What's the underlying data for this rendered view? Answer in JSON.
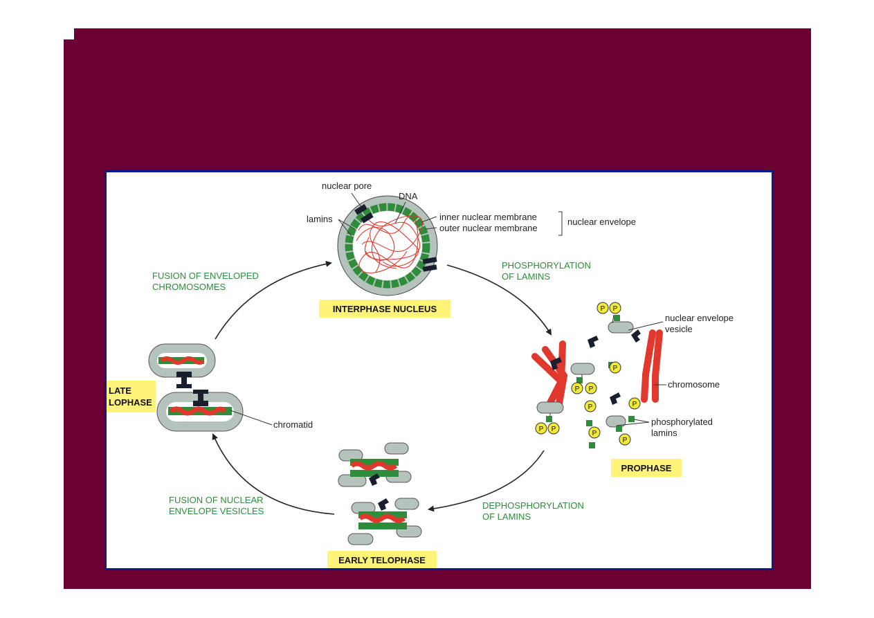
{
  "colors": {
    "slide_background": "#6b0032",
    "frame_border": "#0a1a8c",
    "phase_label_bg": "#fff37a",
    "process_text": "#2e8b3a",
    "label_text": "#222222",
    "membrane_gray": "#b6c2bc",
    "lamin_green": "#2f8c3a",
    "dna_red": "#e0382c",
    "nuclear_pore": "#1a1f2e",
    "phosphate_yellow": "#f2ea3a"
  },
  "labels": {
    "nuclear_pore": "nuclear pore",
    "dna": "DNA",
    "lamins": "lamins",
    "inner_membrane": "inner nuclear membrane",
    "outer_membrane": "outer nuclear membrane",
    "nuclear_envelope": "nuclear envelope",
    "nuclear_envelope_vesicle_1": "nuclear envelope",
    "nuclear_envelope_vesicle_2": "vesicle",
    "chromosome": "chromosome",
    "phosphorylated_lamins_1": "phosphorylated",
    "phosphorylated_lamins_2": "lamins",
    "chromatid": "chromatid",
    "phosphate": "P"
  },
  "processes": {
    "phosphorylation_1": "PHOSPHORYLATION",
    "phosphorylation_2": "OF LAMINS",
    "dephosphorylation_1": "DEPHOSPHORYLATION",
    "dephosphorylation_2": "OF LAMINS",
    "fusion_vesicles_1": "FUSION OF NUCLEAR",
    "fusion_vesicles_2": "ENVELOPE VESICLES",
    "fusion_chromosomes_1": "FUSION OF ENVELOPED",
    "fusion_chromosomes_2": "CHROMOSOMES"
  },
  "phases": {
    "interphase": "INTERPHASE NUCLEUS",
    "prophase": "PROPHASE",
    "early_telophase": "EARLY TELOPHASE",
    "late_telophase_1": "LATE",
    "late_telophase_2": "LOPHASE"
  }
}
